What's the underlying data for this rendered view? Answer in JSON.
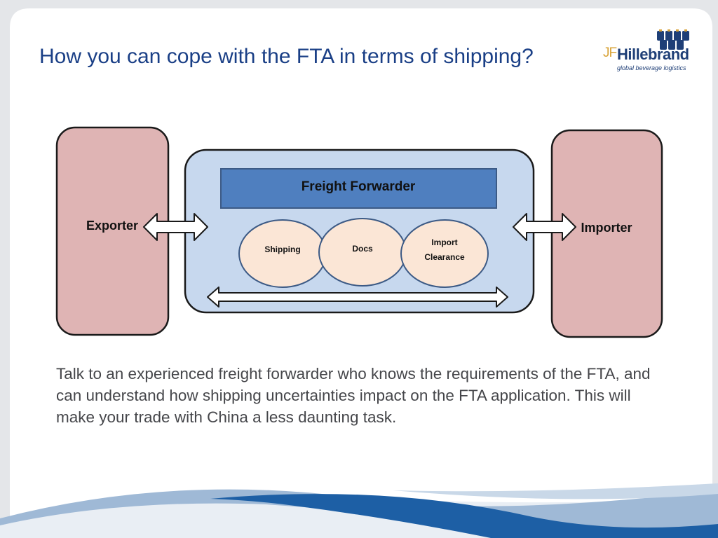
{
  "slide": {
    "title": "How you can cope with the FTA in terms of shipping?",
    "body": "Talk to an experienced freight forwarder who knows the requirements of the FTA, and can understand how shipping uncertainties impact on the FTA application. This will make your trade with China a less daunting task."
  },
  "logo": {
    "prefix": "JF",
    "name": "Hillebrand",
    "tagline": "global beverage logistics",
    "icon": "wine-bottles-icon"
  },
  "diagram": {
    "exporter": "Exporter",
    "importer": "Importer",
    "forwarder": "Freight Forwarder",
    "services": [
      {
        "line1": "Shipping",
        "line2": ""
      },
      {
        "line1": "Docs",
        "line2": ""
      },
      {
        "line1": "Import",
        "line2": "Clearance"
      }
    ],
    "colors": {
      "party_fill": "#dfb4b4",
      "forwarder_fill": "#c7d8ee",
      "header_fill": "#4f7fbf",
      "service_fill": "#fbe6d6",
      "outline": "#3c5a85"
    }
  }
}
